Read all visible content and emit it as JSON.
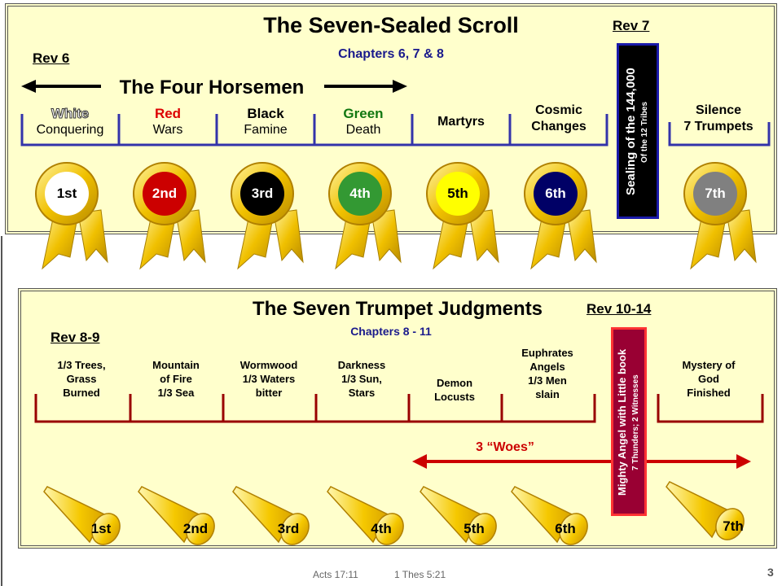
{
  "scroll": {
    "title": "The Seven-Sealed Scroll",
    "subtitle": "Chapters 6, 7 & 8",
    "ref_left": "Rev 6",
    "ref_right": "Rev 7",
    "horsemen_label": "The Four Horsemen",
    "seals": [
      {
        "name": "White",
        "desc": "Conquering",
        "label": "1st",
        "color": "#ffffff"
      },
      {
        "name": "Red",
        "desc": "Wars",
        "label": "2nd",
        "color": "#cc0000"
      },
      {
        "name": "Black",
        "desc": "Famine",
        "label": "3rd",
        "color": "#000000"
      },
      {
        "name": "Green",
        "desc": "Death",
        "label": "4th",
        "color": "#339933"
      },
      {
        "name": "Martyrs",
        "desc": "",
        "label": "5th",
        "color": "#ffff00"
      },
      {
        "name": "Cosmic",
        "desc": "Changes",
        "label": "6th",
        "color": "#000066"
      },
      {
        "name": "Silence",
        "desc": "7 Trumpets",
        "label": "7th",
        "color": "#808080"
      }
    ],
    "sealing_main": "Sealing of the 144,000",
    "sealing_sub": "Of the 12 Tribes"
  },
  "trumpets": {
    "title": "The Seven Trumpet Judgments",
    "subtitle": "Chapters 8 - 11",
    "ref_left": "Rev 8-9",
    "ref_right": "Rev 10-14",
    "woes": "3 “Woes”",
    "items": [
      {
        "lines": [
          "1/3 Trees,",
          "Grass",
          "Burned"
        ],
        "label": "1st"
      },
      {
        "lines": [
          "Mountain",
          "of Fire",
          "1/3 Sea"
        ],
        "label": "2nd"
      },
      {
        "lines": [
          "Wormwood",
          "1/3 Waters",
          "bitter"
        ],
        "label": "3rd"
      },
      {
        "lines": [
          "Darkness",
          "1/3 Sun,",
          "Stars"
        ],
        "label": "4th"
      },
      {
        "lines": [
          "Demon",
          "Locusts"
        ],
        "label": "5th"
      },
      {
        "lines": [
          "Euphrates",
          "Angels",
          "1/3 Men",
          "slain"
        ],
        "label": "6th"
      },
      {
        "lines": [
          "Mystery of",
          "God",
          "Finished"
        ],
        "label": "7th"
      }
    ],
    "angel_main": "Mighty Angel with Little book",
    "angel_sub": "7 Thunders; 2 Witnesses"
  },
  "footer": {
    "ref1": "Acts 17:11",
    "ref2": "1 Thes 5:21",
    "page": "3"
  },
  "colors": {
    "panel_bg": "#ffffcc",
    "divider_blue": "#3333aa",
    "divider_red": "#990000",
    "gold": "#f0c000",
    "subtitle_navy": "#1a1a8c",
    "angel_bg": "#990033",
    "woes_red": "#cc0000"
  }
}
